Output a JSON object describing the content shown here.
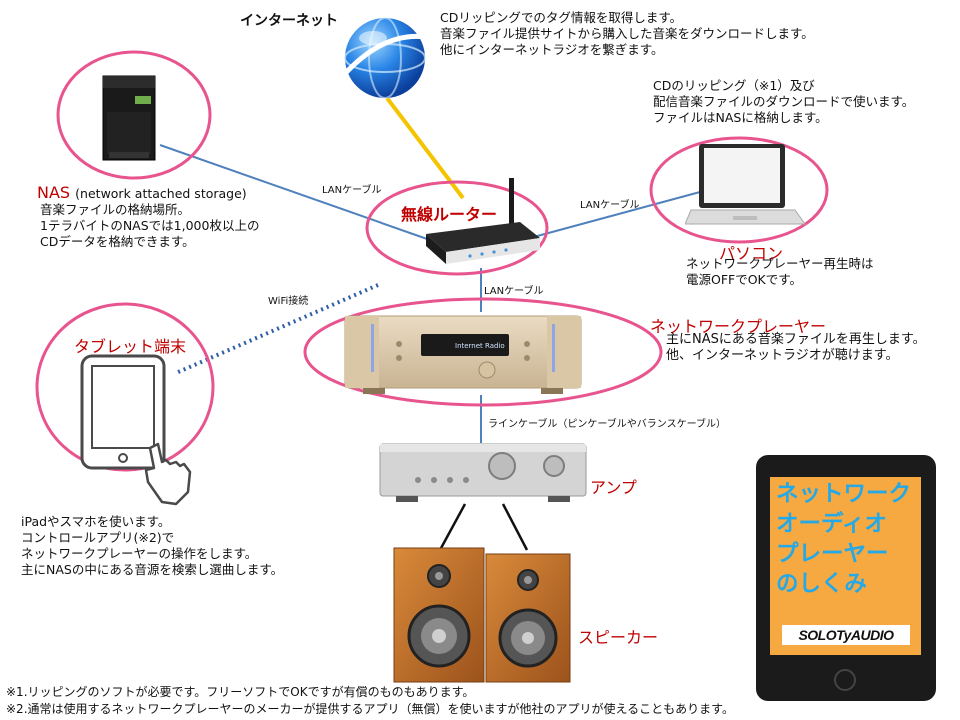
{
  "internet": {
    "label": "インターネット",
    "desc": [
      "CDリッピングでのタグ情報を取得します。",
      "音楽ファイル提供サイトから購入した音楽をダウンロードします。",
      "他にインターネットラジオを繋ぎます。"
    ]
  },
  "pc": {
    "label": "パソコン",
    "desc_top": [
      "CDのリッピング（※1）及び",
      "配信音楽ファイルのダウンロードで使います。",
      "ファイルはNASに格納します。"
    ],
    "desc_bottom": [
      "ネットワークプレーヤー再生時は",
      "電源OFFでOKです。"
    ]
  },
  "nas": {
    "label": "NAS",
    "label_suffix": "(network attached storage)",
    "desc": [
      "音楽ファイルの格納場所。",
      "1テラバイトのNASでは1,000枚以上の",
      "CDデータを格納できます。"
    ]
  },
  "router": {
    "label": "無線ルーター"
  },
  "connections": {
    "nas_router": "LANケーブル",
    "router_pc": "LANケーブル",
    "router_player": "LANケーブル",
    "wifi": "WiFi接続",
    "line": "ラインケーブル（ピンケーブルやバランスケーブル）"
  },
  "player": {
    "label": "ネットワークプレーヤー",
    "screen_text": "Internet Radio",
    "desc": [
      "主にNASにある音楽ファイルを再生します。",
      "他、インターネットラジオが聴けます。"
    ]
  },
  "tablet": {
    "label": "タブレット端末",
    "desc": [
      "iPadやスマホを使います。",
      "コントロールアプリ(※2)で",
      "ネットワークプレーヤーの操作をします。",
      "主にNASの中にある音源を検索し選曲します。"
    ]
  },
  "amp": {
    "label": "アンプ"
  },
  "speaker": {
    "label": "スピーカー"
  },
  "promo": {
    "lines": [
      "ネットワーク",
      "オーディオ",
      "プレーヤー",
      "のしくみ"
    ],
    "logo": "SOLOTyAUDIO"
  },
  "footnotes": [
    "※1.リッピングのソフトが必要です。フリーソフトでOKですが有償のものもあります。",
    "※2.通常は使用するネットワークプレーヤーのメーカーが提供するアプリ（無償）を使いますが他社のアプリが使えることもあります。"
  ],
  "colors": {
    "ellipse": "#e8548e",
    "lan_line": "#4f81bd",
    "internet_line": "#f5c400",
    "wifi_dots": "#2e5ea8",
    "title_red": "#c00000",
    "promo_bg": "#f6a941",
    "promo_text": "#23a8e8"
  }
}
